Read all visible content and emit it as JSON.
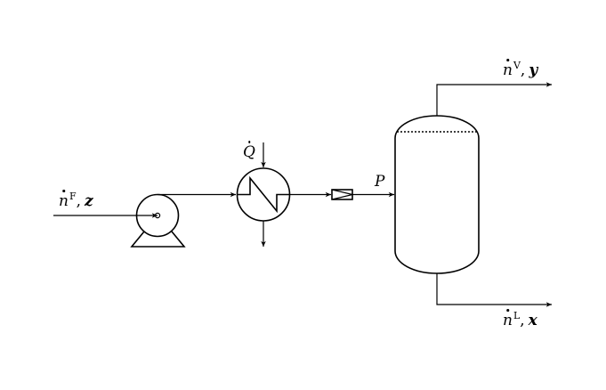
{
  "labels": {
    "feed": {
      "symbol": "n",
      "sup": "F",
      "sep": ",",
      "comp": "z"
    },
    "vapor": {
      "symbol": "n",
      "sup": "V",
      "sep": ",",
      "comp": "y"
    },
    "liquid": {
      "symbol": "n",
      "sup": "L",
      "sep": ",",
      "comp": "x"
    },
    "heat": {
      "symbol": "Q"
    },
    "pressure": {
      "symbol": "P"
    }
  },
  "colors": {
    "line": "#000000",
    "background": "#ffffff"
  },
  "icons": [
    "pump-icon",
    "heat-exchanger-icon",
    "valve-icon",
    "flash-drum-icon",
    "arrow-icon"
  ]
}
